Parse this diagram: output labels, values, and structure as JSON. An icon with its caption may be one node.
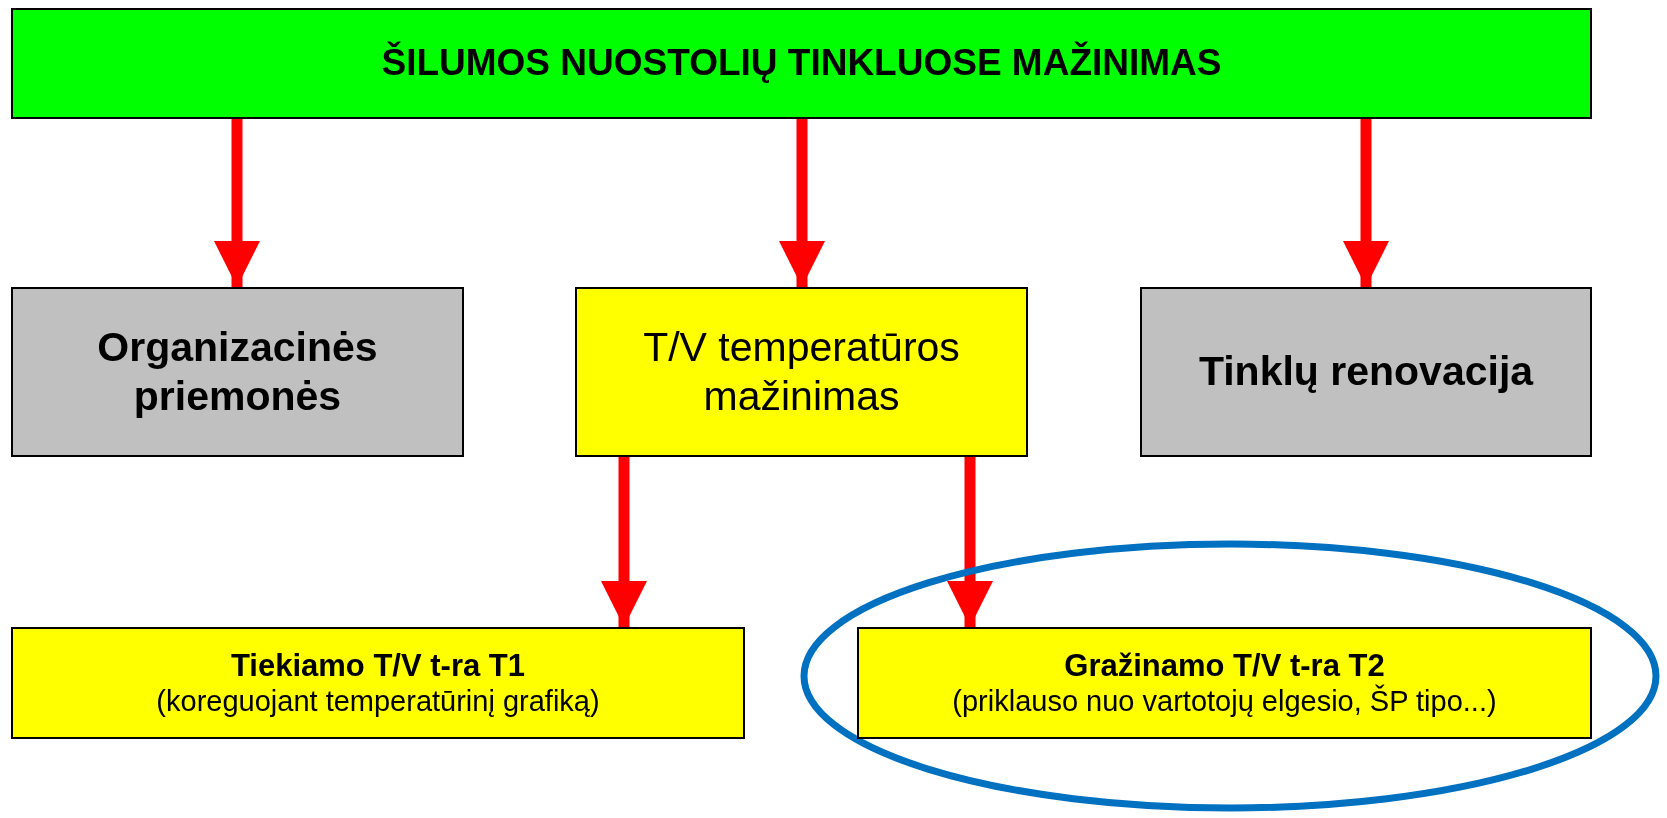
{
  "diagram": {
    "nodes": [
      {
        "text": [
          "ŠILUMOS NUOSTOLIŲ TINKLUOSE MAŽINIMAS"
        ]
      },
      {
        "text": [
          "Organizacinės priemonės"
        ]
      },
      {
        "text": [
          "T/V temperatūros mažinimas"
        ]
      },
      {
        "text": [
          "Tinklų renovacija"
        ]
      },
      {
        "text": [
          "Tiekiamo T/V t-ra T1",
          "(koreguojant temperatūrinį grafiką)"
        ]
      },
      {
        "text": [],
        "shape": "circle"
      },
      {
        "text": [
          "Gražinamo T/V t-ra T2",
          "(priklauso nuo vartotojų elgesio, ŠP tipo...)"
        ],
        "in": 5
      }
    ],
    "edges": [
      {
        "from": 0,
        "to": 1,
        "arrow": "to"
      },
      {
        "from": 0,
        "to": 2,
        "arrow": "to"
      },
      {
        "from": 0,
        "to": 3,
        "arrow": "to"
      },
      {
        "from": 2,
        "to": 4,
        "arrow": "to"
      },
      {
        "from": 2,
        "to": 6,
        "arrow": "to"
      }
    ]
  }
}
